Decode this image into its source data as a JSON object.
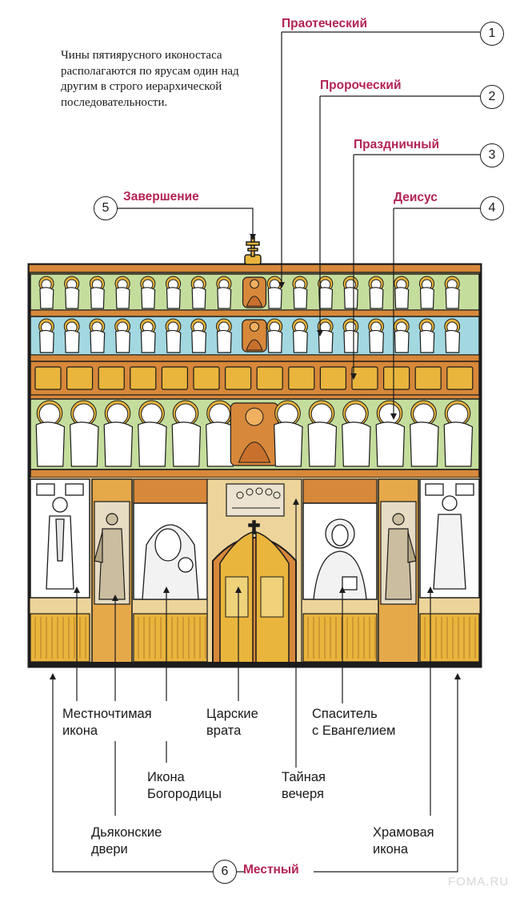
{
  "intro_text": "Чины пятиярусного иконостаса располагаются по ярусам один над другим в строго иерархической последовательности.",
  "tiers": [
    {
      "number": "1",
      "label": "Праотеческий"
    },
    {
      "number": "2",
      "label": "Пророческий"
    },
    {
      "number": "3",
      "label": "Праздничный"
    },
    {
      "number": "4",
      "label": "Деисус"
    },
    {
      "number": "5",
      "label": "Завершение"
    },
    {
      "number": "6",
      "label": "Местный"
    }
  ],
  "local_row_labels": [
    {
      "line1": "Местночтимая",
      "line2": "икона"
    },
    {
      "line1": "Дьяконские",
      "line2": "двери"
    },
    {
      "line1": "Икона",
      "line2": "Богородицы"
    },
    {
      "line1": "Царские",
      "line2": "врата"
    },
    {
      "line1": "Тайная",
      "line2": "вечеря"
    },
    {
      "line1": "Спаситель",
      "line2": "с Евангелием"
    },
    {
      "line1": "Храмовая",
      "line2": "икона"
    }
  ],
  "watermark": "FOMA.RU",
  "colors": {
    "accent": "#b32356",
    "gold": "#e9b53d",
    "orange": "#d7883a",
    "green": "#c5dd9c",
    "blue": "#a3d8e0",
    "wood": "#e5a94a",
    "outline": "#1c1c1c"
  }
}
